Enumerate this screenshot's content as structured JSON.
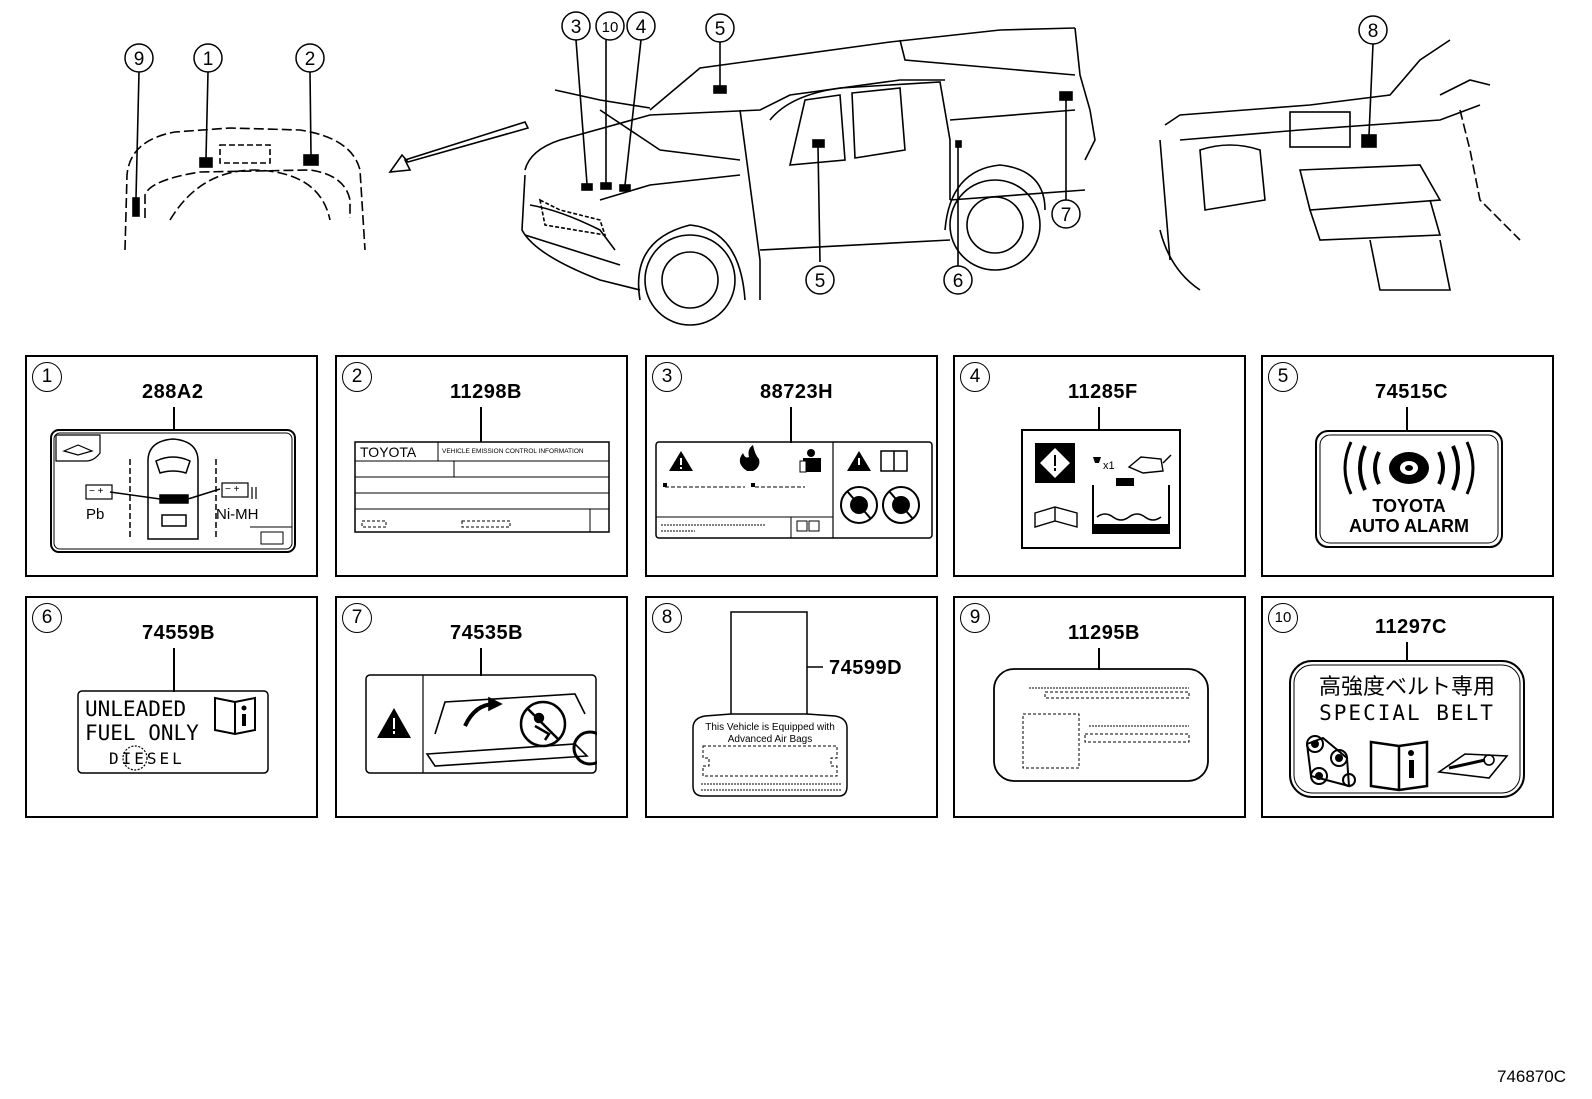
{
  "callouts_top": [
    "9",
    "1",
    "2",
    "3",
    "10",
    "4",
    "5",
    "5",
    "6",
    "7",
    "8"
  ],
  "cells": [
    {
      "num": "1",
      "part": "288A2",
      "label_text": {
        "left": "Pb",
        "right": "Ni-MH"
      }
    },
    {
      "num": "2",
      "part": "11298B",
      "label_text": {
        "brand": "TOYOTA",
        "heading": "VEHICLE EMISSION CONTROL INFORMATION"
      }
    },
    {
      "num": "3",
      "part": "88723H",
      "label_text": {}
    },
    {
      "num": "4",
      "part": "11285F",
      "label_text": {
        "mark": "x1"
      }
    },
    {
      "num": "5",
      "part": "74515C",
      "label_text": {
        "line1": "TOYOTA",
        "line2": "AUTO ALARM"
      }
    },
    {
      "num": "6",
      "part": "74559B",
      "label_text": {
        "line1": "UNLEADED",
        "line2": "FUEL ONLY",
        "line3": "DIESEL"
      }
    },
    {
      "num": "7",
      "part": "74535B",
      "label_text": {}
    },
    {
      "num": "8",
      "part": "74599D",
      "label_text": {
        "line1": "This Vehicle is Equipped with",
        "line2": "Advanced  Air  Bags"
      }
    },
    {
      "num": "9",
      "part": "11295B",
      "label_text": {}
    },
    {
      "num": "10",
      "part": "11297C",
      "label_text": {
        "line1": "高強度ベルト専用",
        "line2": "SPECIAL  BELT"
      }
    }
  ],
  "diagram_code": "746870C",
  "icons": [
    "warning-icon",
    "fire-icon",
    "manual-icon",
    "battery-icon",
    "alarm-icon",
    "info-book-icon",
    "no-smoking-icon",
    "belt-pulley-icon",
    "wrench-icon"
  ]
}
